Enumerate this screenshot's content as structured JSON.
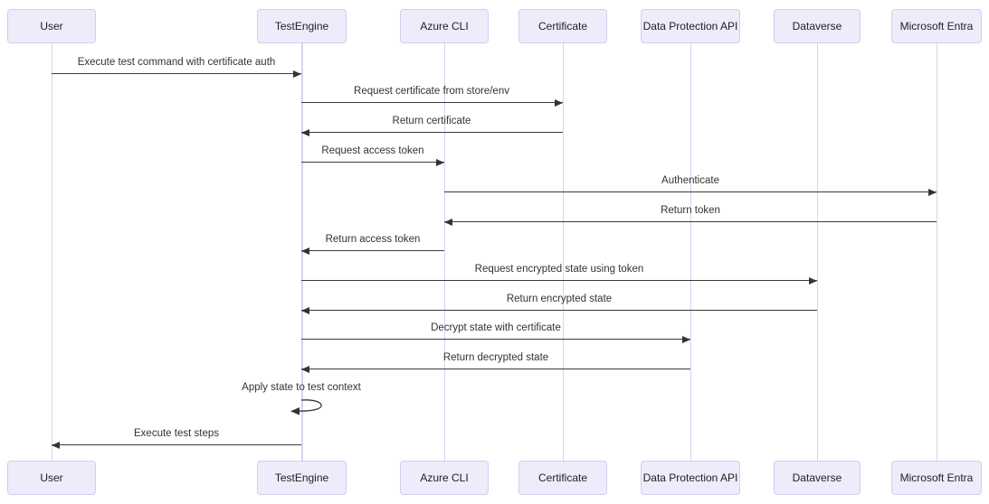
{
  "diagram": {
    "type": "sequence-diagram",
    "actors": [
      "User",
      "TestEngine",
      "Azure CLI",
      "Certificate",
      "Data Protection API",
      "Dataverse",
      "Microsoft Entra"
    ],
    "messages": [
      {
        "from": "User",
        "to": "TestEngine",
        "text": "Execute test command with certificate auth",
        "style": "solid-arrow"
      },
      {
        "from": "TestEngine",
        "to": "Certificate",
        "text": "Request certificate from store/env",
        "style": "solid-arrow"
      },
      {
        "from": "Certificate",
        "to": "TestEngine",
        "text": "Return certificate",
        "style": "solid-arrow"
      },
      {
        "from": "TestEngine",
        "to": "Azure CLI",
        "text": "Request access token",
        "style": "solid-arrow"
      },
      {
        "from": "Azure CLI",
        "to": "Microsoft Entra",
        "text": "Authenticate",
        "style": "solid-arrow"
      },
      {
        "from": "Microsoft Entra",
        "to": "Azure CLI",
        "text": "Return token",
        "style": "solid-arrow"
      },
      {
        "from": "Azure CLI",
        "to": "TestEngine",
        "text": "Return access token",
        "style": "solid-arrow"
      },
      {
        "from": "TestEngine",
        "to": "Dataverse",
        "text": "Request encrypted state using token",
        "style": "solid-arrow"
      },
      {
        "from": "Dataverse",
        "to": "TestEngine",
        "text": "Return encrypted state",
        "style": "solid-arrow"
      },
      {
        "from": "TestEngine",
        "to": "Data Protection API",
        "text": "Decrypt state with certificate",
        "style": "solid-arrow"
      },
      {
        "from": "Data Protection API",
        "to": "TestEngine",
        "text": "Return decrypted state",
        "style": "solid-arrow"
      },
      {
        "from": "TestEngine",
        "to": "TestEngine",
        "text": "Apply state to test context",
        "style": "self-loop"
      },
      {
        "from": "TestEngine",
        "to": "User",
        "text": "Execute test steps",
        "style": "solid-arrow"
      }
    ],
    "colors": {
      "background": "#ffffff",
      "actor_fill": "#ececfb",
      "actor_border": "#d3cdf0",
      "lifeline": "#d9d3ef",
      "arrow": "#333333",
      "text": "#333333"
    }
  }
}
